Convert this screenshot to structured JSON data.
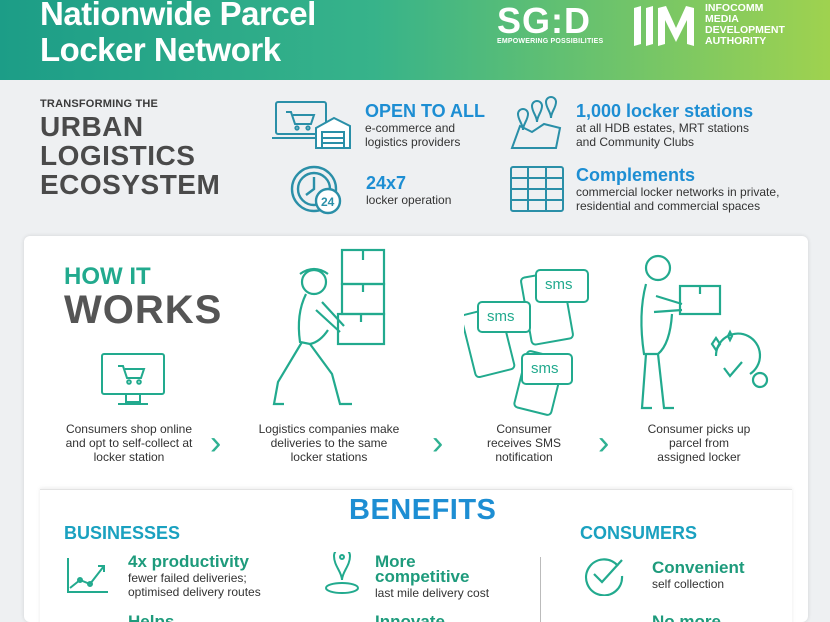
{
  "banner": {
    "title_line1": "Nationwide Parcel",
    "title_line2": "Locker Network",
    "sgd_word": "SG:D",
    "sgd_tagline": "EMPOWERING POSSIBILITIES",
    "imda_line1": "INFOCOMM",
    "imda_line2": "MEDIA",
    "imda_line3": "DEVELOPMENT",
    "imda_line4": "AUTHORITY"
  },
  "intro": {
    "small": "TRANSFORMING THE",
    "line1": "URBAN",
    "line2": "LOGISTICS",
    "line3": "ECOSYSTEM"
  },
  "features": [
    {
      "title": "OPEN TO ALL",
      "sub1": "e-commerce and",
      "sub2": "logistics providers"
    },
    {
      "title": "24x7",
      "sub1": "locker operation",
      "sub2": ""
    },
    {
      "title": "1,000 locker stations",
      "sub1": "at all HDB estates, MRT stations",
      "sub2": "and Community Clubs"
    },
    {
      "title": "Complements",
      "sub1": "commercial locker networks in private,",
      "sub2": "residential and commercial spaces"
    }
  ],
  "how_it_works": {
    "line1": "HOW IT",
    "line2": "WORKS",
    "sms_label": "sms",
    "steps": [
      {
        "l1": "Consumers shop online",
        "l2": "and opt to self-collect at",
        "l3": "locker station"
      },
      {
        "l1": "Logistics companies make",
        "l2": "deliveries to the same",
        "l3": "locker stations"
      },
      {
        "l1": "Consumer",
        "l2": "receives SMS",
        "l3": "notification"
      },
      {
        "l1": "Consumer picks up",
        "l2": "parcel from",
        "l3": "assigned locker"
      }
    ]
  },
  "benefits": {
    "title": "BENEFITS",
    "businesses_head": "BUSINESSES",
    "consumers_head": "CONSUMERS",
    "items": [
      {
        "title": "4x productivity",
        "sub1": "fewer failed deliveries;",
        "sub2": "optimised delivery routes"
      },
      {
        "title": "More",
        "title2": "competitive",
        "sub1": "last mile delivery cost"
      },
      {
        "title": "Convenient",
        "sub1": "self collection"
      },
      {
        "title": "Helps"
      },
      {
        "title": "Innovate"
      },
      {
        "title": "No more"
      }
    ]
  },
  "colors": {
    "teal": "#22aa8e",
    "blue": "#1d8ed3",
    "green": "#9fd24f"
  }
}
